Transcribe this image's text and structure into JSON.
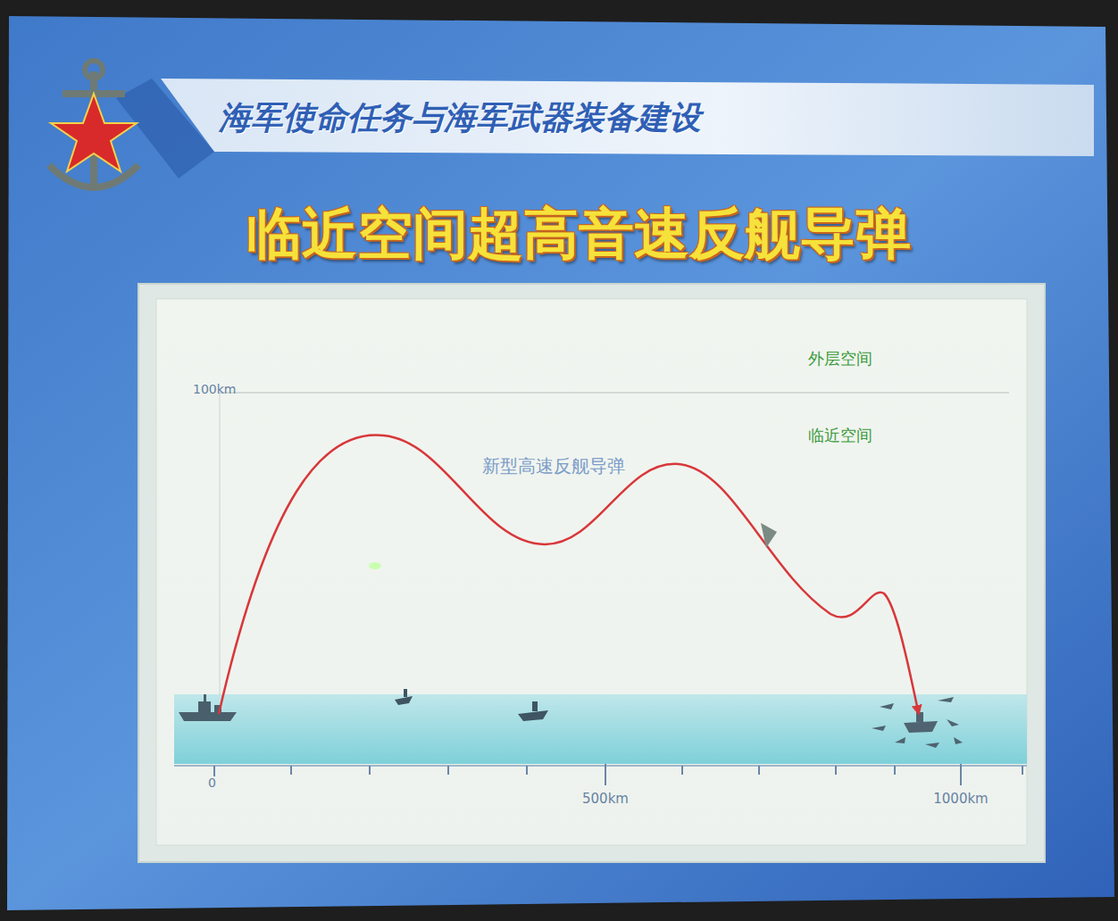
{
  "diagram": {
    "title": "临近空间超高音速反舰导弹",
    "labels": [
      "海军使命任务与海军武器装备建设",
      "外层空间",
      "临近空间",
      "100km",
      "新型高速反舰导弹",
      "0",
      "500km",
      "1000km"
    ]
  }
}
